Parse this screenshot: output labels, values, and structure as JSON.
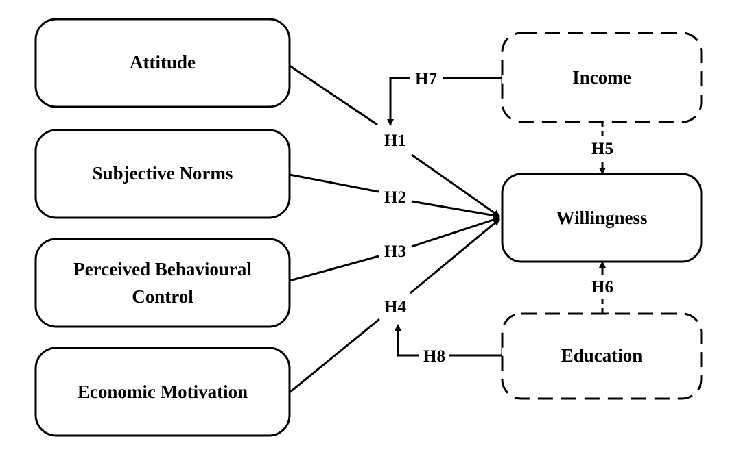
{
  "diagram": {
    "nodes": {
      "attitude": {
        "label": "Attitude"
      },
      "subjective_norms": {
        "label": "Subjective Norms"
      },
      "pbc": {
        "label_line1": "Perceived Behavioural",
        "label_line2": "Control"
      },
      "economic_motivation": {
        "label": "Economic Motivation"
      },
      "willingness": {
        "label": "Willingness"
      },
      "income": {
        "label": "Income"
      },
      "education": {
        "label": "Education"
      }
    },
    "hypotheses": {
      "h1": "H1",
      "h2": "H2",
      "h3": "H3",
      "h4": "H4",
      "h5": "H5",
      "h6": "H6",
      "h7": "H7",
      "h8": "H8"
    },
    "colors": {
      "line": "#000000",
      "background": "#ffffff"
    }
  }
}
